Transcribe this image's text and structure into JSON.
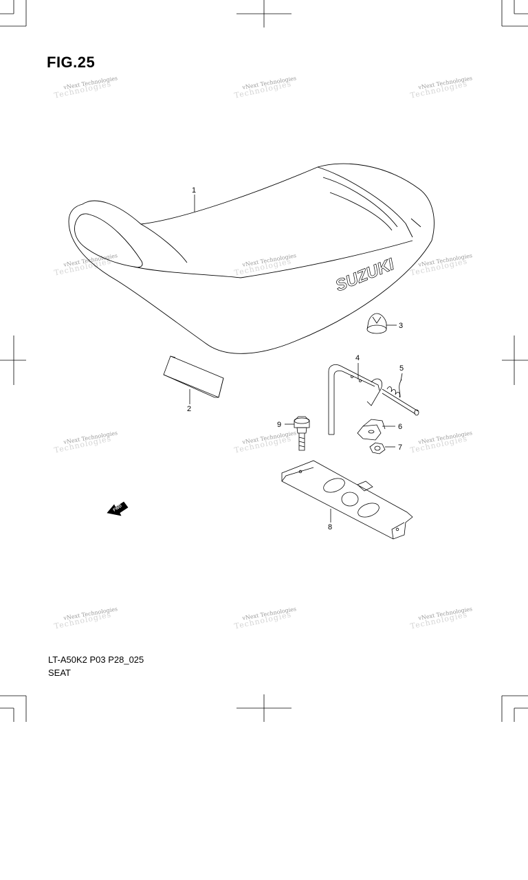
{
  "header": {
    "fig_title": "FIG.25"
  },
  "footer": {
    "model_code": "LT-A50K2 P03 P28_025",
    "section_name": "SEAT"
  },
  "watermark": {
    "text": "vNext Technologies",
    "ghost_text": "Technologies"
  },
  "callouts": [
    {
      "id": "1",
      "label": "1"
    },
    {
      "id": "2",
      "label": "2"
    },
    {
      "id": "3",
      "label": "3"
    },
    {
      "id": "4",
      "label": "4"
    },
    {
      "id": "5",
      "label": "5"
    },
    {
      "id": "6",
      "label": "6"
    },
    {
      "id": "7",
      "label": "7"
    },
    {
      "id": "8",
      "label": "8"
    },
    {
      "id": "9",
      "label": "9"
    }
  ],
  "seat_logo": "SUZUKI",
  "fwd_label": "FWD"
}
